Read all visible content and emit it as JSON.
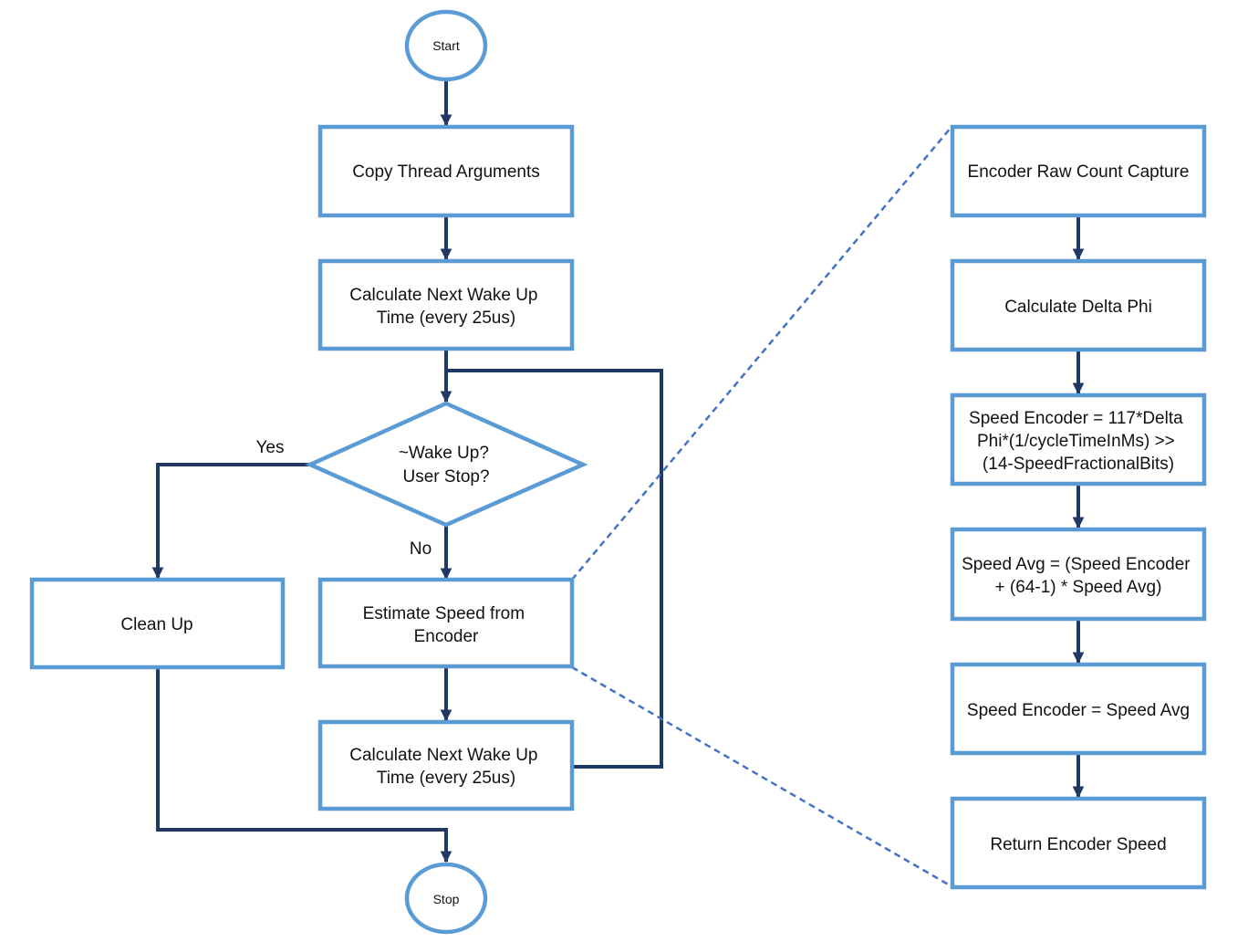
{
  "flow": {
    "start": "Start",
    "copy_args": "Copy Thread Arguments",
    "calc_wake_1": [
      "Calculate Next Wake Up",
      "Time (every 25us)"
    ],
    "decision": [
      "~Wake Up?",
      "User Stop?"
    ],
    "yes_label": "Yes",
    "no_label": "No",
    "clean_up": "Clean Up",
    "estimate_speed": [
      "Estimate Speed from",
      "Encoder"
    ],
    "calc_wake_2": [
      "Calculate Next Wake Up",
      "Time (every 25us)"
    ],
    "stop": "Stop"
  },
  "detail": {
    "raw_count": "Encoder Raw Count Capture",
    "delta_phi": "Calculate Delta Phi",
    "speed_encoder": [
      "Speed Encoder = 117*Delta",
      "Phi*(1/cycleTimeInMs) >>",
      "(14-SpeedFractionalBits)"
    ],
    "speed_avg": [
      "Speed Avg = (Speed Encoder",
      "+ (64-1) * Speed Avg)"
    ],
    "assign": "Speed Encoder = Speed Avg",
    "return": "Return Encoder Speed"
  },
  "colors": {
    "box_border": "#5b9bd5",
    "connector": "#1f3864",
    "zoom_dashed": "#4472c4"
  }
}
